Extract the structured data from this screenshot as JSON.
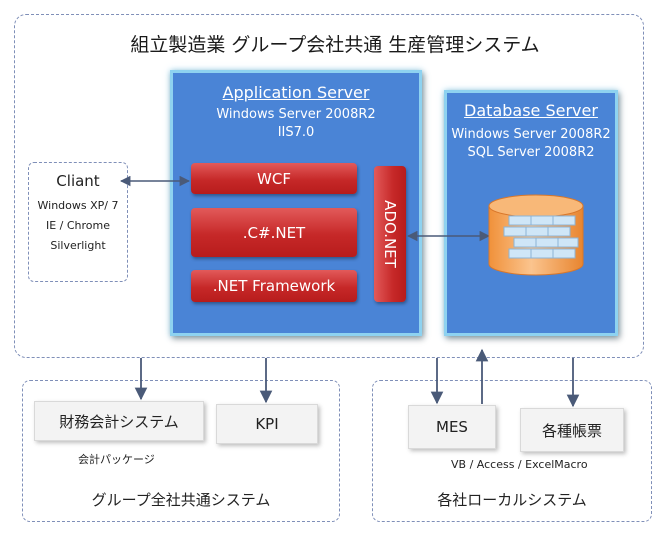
{
  "title": "組立製造業 グループ会社共通 生産管理システム",
  "client": {
    "title": "Cliant",
    "lines": [
      "Windows XP/ 7",
      "IE / Chrome",
      "Silverlight"
    ]
  },
  "app_server": {
    "title": "Application Server",
    "os": "Windows Server 2008R2",
    "web": "IIS7.0",
    "components": {
      "wcf": "WCF",
      "csharp": ".C#.NET",
      "framework": ".NET Framework",
      "ado": "ADO.NET"
    }
  },
  "db_server": {
    "title": "Database Server",
    "os": "Windows Server 2008R2",
    "db": "SQL Server 2008R2"
  },
  "group_system": {
    "title": "グループ全社共通システム",
    "accounting": "財務会計システム",
    "accounting_note": "会計パッケージ",
    "kpi": "KPI"
  },
  "local_system": {
    "title": "各社ローカルシステム",
    "mes": "MES",
    "reports": "各種帳票",
    "note": "VB / Access / ExcelMacro"
  },
  "colors": {
    "server_blue": "#4a84d6",
    "server_border": "#8ed2f0",
    "component_red": "#c62828",
    "db_orange": "#f7a65a",
    "arrow": "#4a5a78"
  }
}
